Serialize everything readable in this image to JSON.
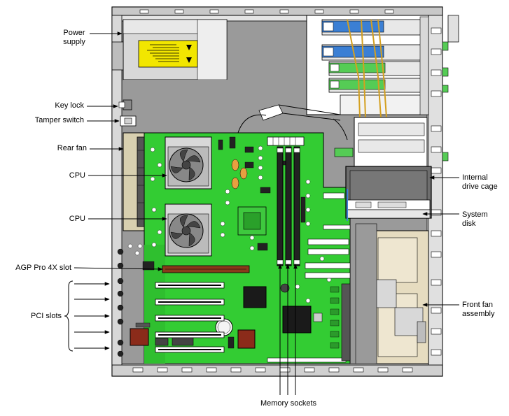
{
  "labels": {
    "power_supply": "Power\nsupply",
    "key_lock": "Key lock",
    "tamper_switch": "Tamper switch",
    "rear_fan": "Rear fan",
    "cpu_top": "CPU",
    "cpu_bottom": "CPU",
    "agp_slot": "AGP Pro 4X slot",
    "pci_slots": "PCI slots",
    "internal_drive_cage": "Internal\ndrive cage",
    "system_disk": "System\ndisk",
    "front_fan_assembly": "Front fan\nassembly",
    "memory_sockets": "Memory sockets"
  },
  "colors": {
    "chassis": "#e4e4e4",
    "chassis_dark": "#9a9a9a",
    "board": "#33cc33",
    "drive_cage": "#6e6e6e",
    "power_supply": "#d8d8d8",
    "warning_label": "#f2e600",
    "blue_bay": "#3b7fd4",
    "green_bay": "#55cc55",
    "fan_assembly": "#e6dcc0",
    "agp": "#8a3a1a",
    "memory_slot": "#222222",
    "cable": "#d4a020",
    "chip": "#1a1a1a",
    "chip_red": "#8b2b1a"
  }
}
